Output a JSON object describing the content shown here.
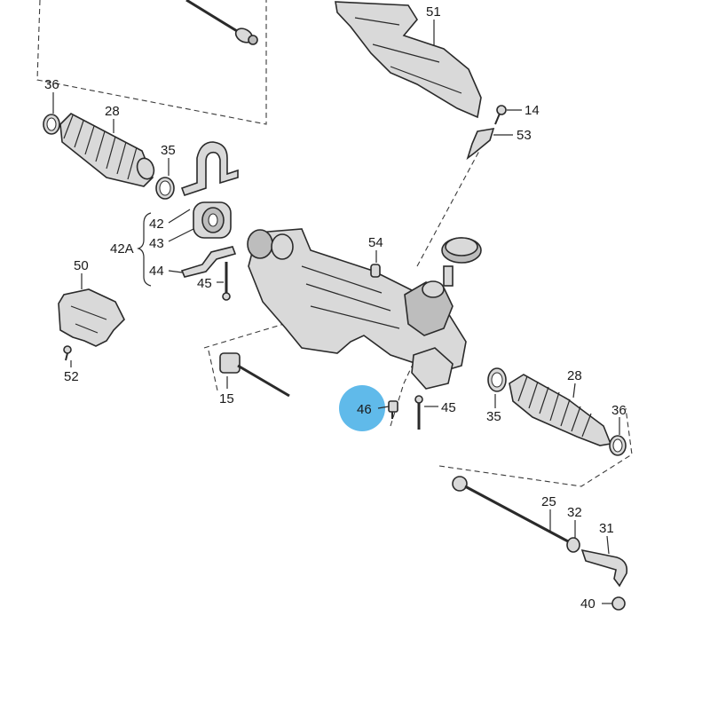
{
  "labels": {
    "p51": "51",
    "p14": "14",
    "p53": "53",
    "p36a": "36",
    "p28a": "28",
    "p35a": "35",
    "p42": "42",
    "p42a": "42A",
    "p43": "43",
    "p44": "44",
    "p45a": "45",
    "p54": "54",
    "p50": "50",
    "p52": "52",
    "p15": "15",
    "p46": "46",
    "p45b": "45",
    "p35b": "35",
    "p28b": "28",
    "p36b": "36",
    "p25": "25",
    "p32": "32",
    "p31": "31",
    "p40": "40"
  },
  "colors": {
    "highlight": "#4fb3e8",
    "line": "#2a2a2a",
    "part_fill": "#d9d9d9"
  }
}
